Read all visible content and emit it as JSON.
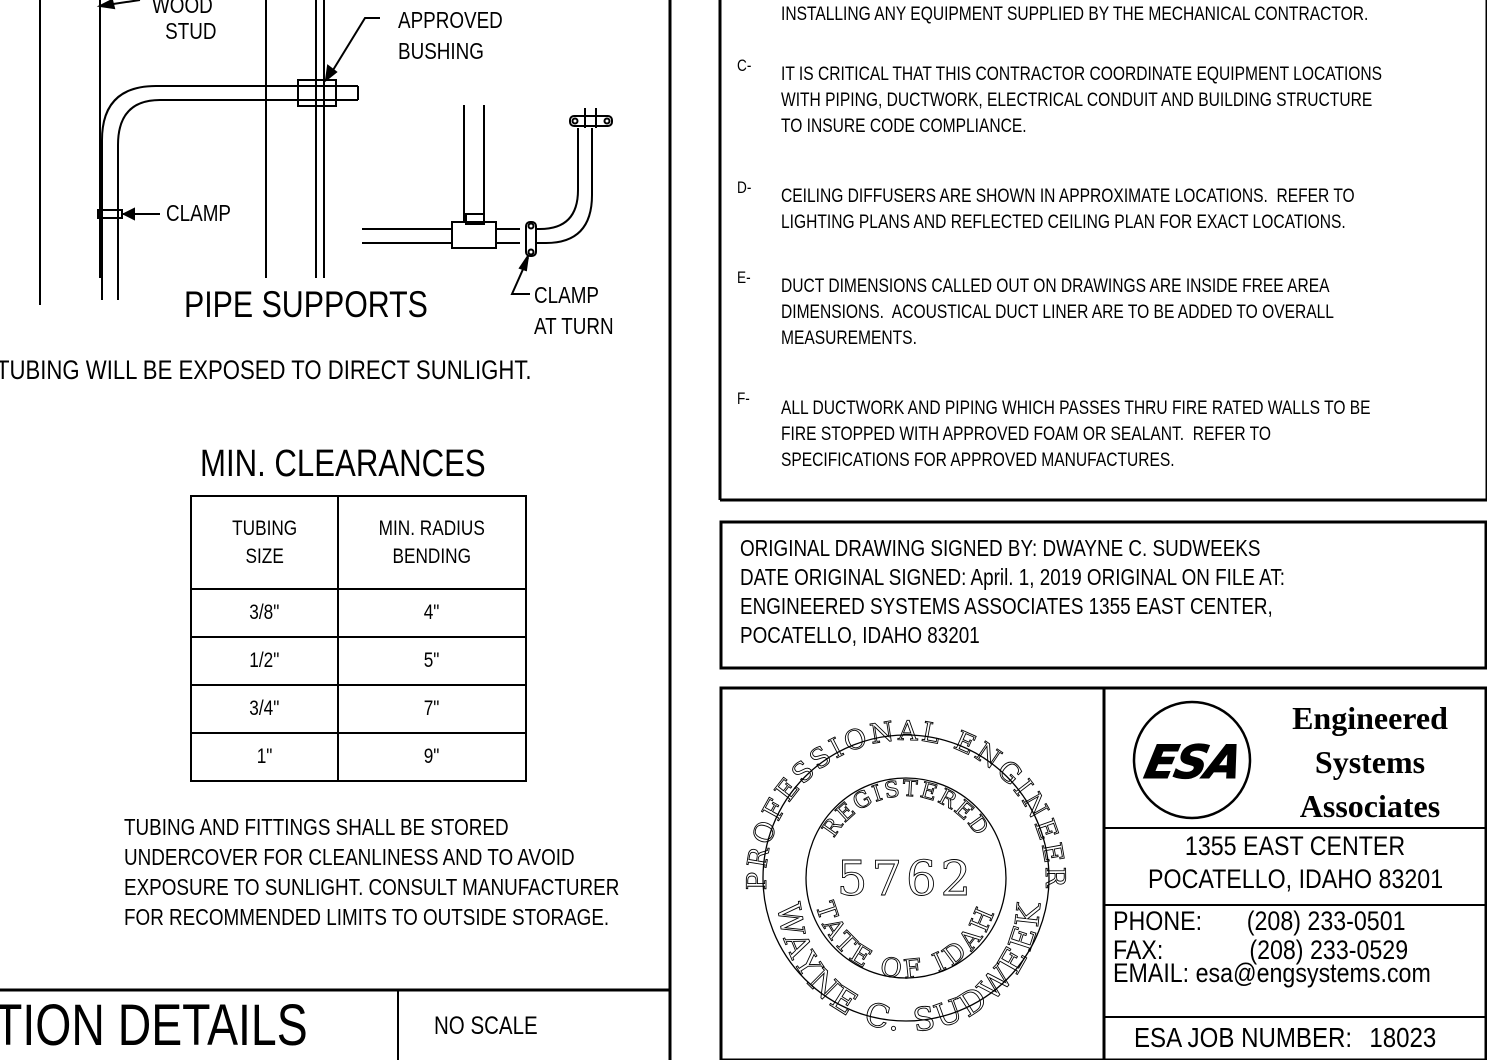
{
  "pipe_supports": {
    "wood_stud_line1": "WOOD",
    "wood_stud_line2": "STUD",
    "approved_line1": "APPROVED",
    "approved_line2": "BUSHING",
    "clamp_label": "CLAMP",
    "clamp_turn_line1": "CLAMP",
    "clamp_turn_line2": "AT TURN",
    "title": "PIPE SUPPORTS",
    "sunlight_note": "TUBING WILL BE EXPOSED TO DIRECT SUNLIGHT."
  },
  "clearances": {
    "title": "MIN. CLEARANCES",
    "header_col1_line1": "TUBING",
    "header_col1_line2": "SIZE",
    "header_col2_line1": "MIN. RADIUS",
    "header_col2_line2": "BENDING",
    "rows": [
      {
        "size": "3/8\"",
        "radius": "4\""
      },
      {
        "size": "1/2\"",
        "radius": "5\""
      },
      {
        "size": "3/4\"",
        "radius": "7\""
      },
      {
        "size": "1\"",
        "radius": "9\""
      }
    ]
  },
  "storage_note": {
    "line1": "TUBING AND FITTINGS SHALL BE STORED",
    "line2": "UNDERCOVER FOR CLEANLINESS AND TO AVOID",
    "line3": "EXPOSURE TO SUNLIGHT.  CONSULT MANUFACTURER",
    "line4": "FOR RECOMMENDED LIMITS TO OUTSIDE STORAGE."
  },
  "title_block": {
    "title": "TION DETAILS",
    "scale": "NO SCALE"
  },
  "general_notes": {
    "b_tail": "INSTALLING ANY EQUIPMENT SUPPLIED BY THE MECHANICAL CONTRACTOR.",
    "items": [
      {
        "letter": "C-",
        "text": "IT IS CRITICAL THAT THIS CONTRACTOR COORDINATE EQUIPMENT LOCATIONS\nWITH PIPING, DUCTWORK, ELECTRICAL CONDUIT AND BUILDING STRUCTURE\nTO INSURE CODE COMPLIANCE."
      },
      {
        "letter": "D-",
        "text": "CEILING DIFFUSERS ARE SHOWN IN APPROXIMATE LOCATIONS.  REFER TO\nLIGHTING PLANS AND REFLECTED CEILING PLAN FOR EXACT LOCATIONS."
      },
      {
        "letter": "E-",
        "text": "DUCT DIMENSIONS CALLED OUT ON DRAWINGS ARE INSIDE FREE AREA\nDIMENSIONS.  ACOUSTICAL DUCT LINER ARE TO BE ADDED TO OVERALL\nMEASUREMENTS."
      },
      {
        "letter": "F-",
        "text": "ALL DUCTWORK AND PIPING WHICH PASSES THRU FIRE RATED WALLS TO BE\nFIRE STOPPED WITH APPROVED FOAM OR SEALANT.  REFER TO\nSPECIFICATIONS FOR APPROVED MANUFACTURES."
      }
    ]
  },
  "signature_box": {
    "line1": "ORIGINAL DRAWING SIGNED BY: DWAYNE C. SUDWEEKS",
    "line2": "DATE ORIGINAL SIGNED: April. 1, 2019   ORIGINAL ON FILE AT:",
    "line3": "ENGINEERED SYSTEMS ASSOCIATES 1355 EAST CENTER,",
    "line4": "POCATELLO, IDAHO 83201"
  },
  "seal": {
    "top_text": "PROFESSIONAL ENGINEER",
    "registered": "REGISTERED",
    "number": "5762",
    "state_text": "STATE OF IDAHO",
    "name_text": "DWAYNE C. SUDWEEKS"
  },
  "firm": {
    "logo_text": "ESA",
    "name_line1": "Engineered",
    "name_line2": "Systems",
    "name_line3": "Associates",
    "address_line1": "1355 EAST CENTER",
    "address_line2": "POCATELLO, IDAHO 83201",
    "phone_label": "PHONE:",
    "phone": "(208) 233-0501",
    "fax_label": "FAX:",
    "fax": "(208) 233-0529",
    "email_label": "EMAIL:",
    "email": "esa@engsystems.com",
    "job_label": "ESA JOB NUMBER:",
    "job_number": "18023"
  }
}
